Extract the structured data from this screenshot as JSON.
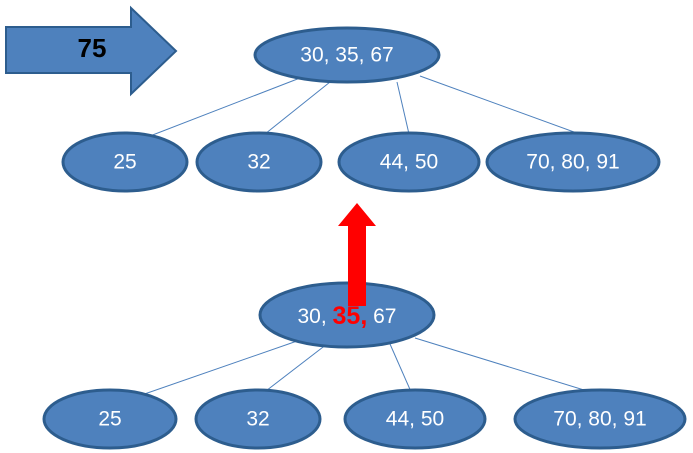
{
  "colors": {
    "node_fill": "#4E81BD",
    "node_stroke": "#2D5D8E",
    "edge_stroke": "#4E81BD",
    "block_arrow_fill": "#4E81BD",
    "block_arrow_stroke": "#2D5D8E",
    "red_arrow": "#FF0000",
    "node_text": "#FFFFFF",
    "highlight_text": "#FF0000",
    "arrow_label_text": "#000000",
    "background": "#FFFFFF"
  },
  "block_arrow": {
    "label": "75",
    "direction": "right",
    "name": "insert-key-arrow"
  },
  "red_arrow": {
    "direction": "up",
    "label": "",
    "name": "promotion-arrow"
  },
  "upper_tree": {
    "name": "tree-after",
    "root": {
      "label": "30, 35, 67",
      "parts": [
        {
          "text": "30, 35, 67",
          "highlight": false
        }
      ]
    },
    "children": [
      {
        "label": "25"
      },
      {
        "label": "32"
      },
      {
        "label": "44, 50"
      },
      {
        "label": "70, 80, 91"
      }
    ]
  },
  "lower_tree": {
    "name": "tree-before",
    "root": {
      "label": "30, 35, 67",
      "parts": [
        {
          "text": "30, ",
          "highlight": false
        },
        {
          "text": "35,",
          "highlight": true
        },
        {
          "text": " 67",
          "highlight": false
        }
      ]
    },
    "children": [
      {
        "label": "25"
      },
      {
        "label": "32"
      },
      {
        "label": "44, 50"
      },
      {
        "label": "70, 80, 91"
      }
    ]
  }
}
